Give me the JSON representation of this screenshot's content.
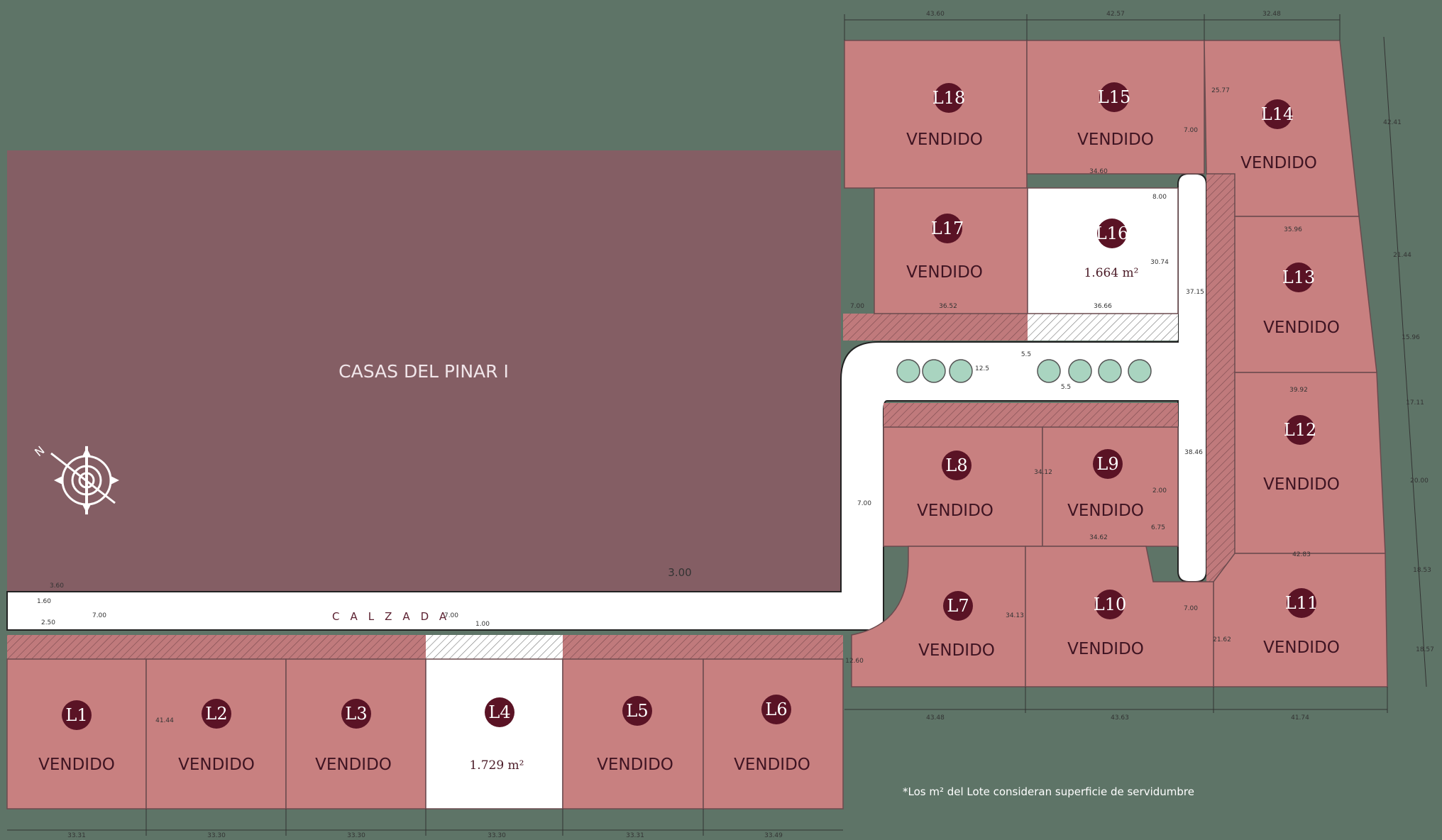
{
  "neighbor": {
    "label": "CASAS DEL PINAR I"
  },
  "road": {
    "label": "CALZADA"
  },
  "compass": {
    "north_letter": "N"
  },
  "note": "*Los m² del Lote consideran superficie de servidumbre",
  "colors": {
    "background": "#5e7467",
    "neighbor": "#845e64",
    "sold": "#c88080",
    "available": "#ffffff",
    "badge": "#5a1325"
  },
  "lots": [
    {
      "id": "L1",
      "badge": "L1",
      "status": "VENDIDO"
    },
    {
      "id": "L2",
      "badge": "L2",
      "status": "VENDIDO"
    },
    {
      "id": "L3",
      "badge": "L3",
      "status": "VENDIDO"
    },
    {
      "id": "L4",
      "badge": "L4",
      "status": "",
      "area": "1.729 m²"
    },
    {
      "id": "L5",
      "badge": "L5",
      "status": "VENDIDO"
    },
    {
      "id": "L6",
      "badge": "L6",
      "status": "VENDIDO"
    },
    {
      "id": "L7",
      "badge": "L7",
      "status": "VENDIDO"
    },
    {
      "id": "L8",
      "badge": "L8",
      "status": "VENDIDO"
    },
    {
      "id": "L9",
      "badge": "L9",
      "status": "VENDIDO"
    },
    {
      "id": "L10",
      "badge": "L10",
      "status": "VENDIDO"
    },
    {
      "id": "L11",
      "badge": "L11",
      "status": "VENDIDO"
    },
    {
      "id": "L12",
      "badge": "L12",
      "status": "VENDIDO"
    },
    {
      "id": "L13",
      "badge": "L13",
      "status": "VENDIDO"
    },
    {
      "id": "L14",
      "badge": "L14",
      "status": "VENDIDO"
    },
    {
      "id": "L15",
      "badge": "L15",
      "status": "VENDIDO"
    },
    {
      "id": "L16",
      "badge": "L16",
      "status": "",
      "area": "1.664 m²"
    },
    {
      "id": "L17",
      "badge": "L17",
      "status": "VENDIDO"
    },
    {
      "id": "L18",
      "badge": "L18",
      "status": "VENDIDO"
    }
  ],
  "dimensions": {
    "top": [
      "43.60",
      "42.57",
      "32.48"
    ],
    "bottom_right": [
      "43.48",
      "43.63",
      "41.74"
    ],
    "bottom_left": [
      "33.31",
      "33.30",
      "33.30",
      "33.30",
      "33.31",
      "33.49"
    ],
    "right": [
      "42.41",
      "21.44",
      "15.96",
      "17.11",
      "20.00",
      "18.53",
      "18.57"
    ],
    "interior": [
      "25.77",
      "7.00",
      "34.60",
      "8.00",
      "30.74",
      "37.15",
      "35.96",
      "36.52",
      "36.66",
      "7.00",
      "5.5",
      "12.5",
      "5.5",
      "39.92",
      "34.12",
      "38.46",
      "2.00",
      "6.75",
      "34.62",
      "42.83",
      "7.00",
      "34.13",
      "7.00",
      "21.62",
      "7.00",
      "7.00",
      "1.00",
      "3.00",
      "3.60",
      "1.60",
      "2.50",
      "41.44",
      "12.60"
    ]
  }
}
